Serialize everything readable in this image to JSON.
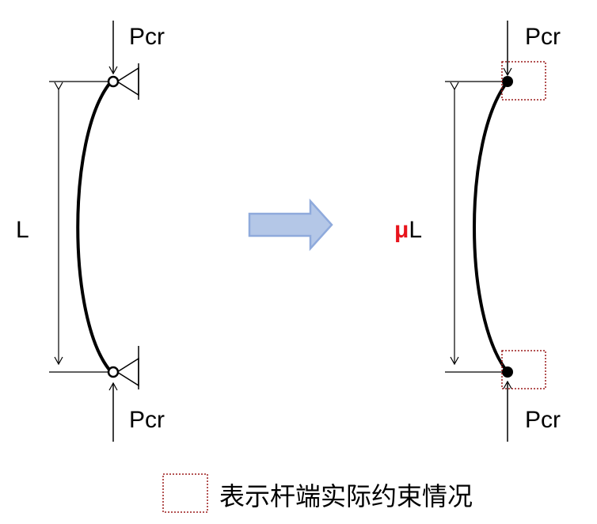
{
  "left_diagram": {
    "top_force_label": "Pcr",
    "bottom_force_label": "Pcr",
    "length_label": "L"
  },
  "right_diagram": {
    "top_force_label": "Pcr",
    "bottom_force_label": "Pcr",
    "length_coefficient": "μ",
    "length_label": "L"
  },
  "legend": {
    "text": "表示杆端实际约束情况"
  },
  "colors": {
    "line": "#000000",
    "accent_red": "#e8141c",
    "arrow_fill": "#b4c7e7",
    "arrow_stroke": "#8faadc",
    "dotted_box": "#9b1b1b"
  }
}
